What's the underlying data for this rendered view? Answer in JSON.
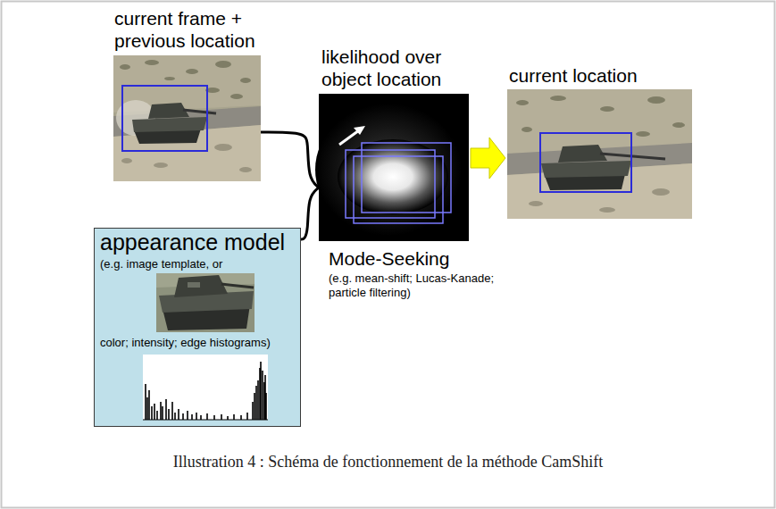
{
  "diagram": {
    "caption": "Illustration 4 : Schéma de fonctionnement de la méthode CamShift",
    "nodes": [
      {
        "text": [
          "current frame + previous location"
        ]
      },
      {
        "text": [
          "appearance model",
          "(e.g. image template, or",
          "color; intensity; edge histograms)"
        ]
      },
      {
        "text": [
          "likelihood over object location",
          "Mode-Seeking",
          "(e.g. mean-shift; Lucas-Kanade; particle filtering)"
        ]
      },
      {
        "text": [
          "current location"
        ]
      }
    ],
    "edges": [
      {
        "from": 0,
        "to": 2,
        "arrow": "none"
      },
      {
        "from": 1,
        "to": 2,
        "arrow": "none"
      },
      {
        "from": 2,
        "to": 3,
        "arrow": "to"
      }
    ]
  }
}
